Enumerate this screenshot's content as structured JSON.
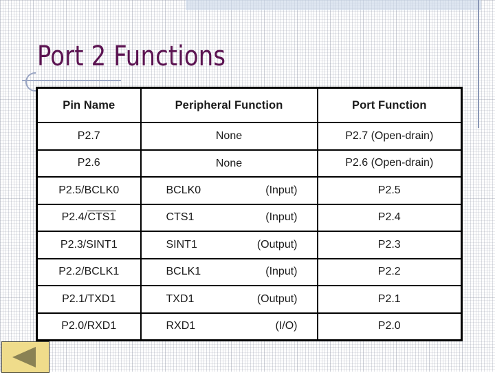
{
  "slide": {
    "title": "Port 2 Functions",
    "accent_color": "#5b1351",
    "band_color": "#c9d6e8",
    "rule_color": "#9aa6c4"
  },
  "table": {
    "headers": [
      "Pin Name",
      "Peripheral Function",
      "Port Function"
    ],
    "rows": [
      {
        "pin_name": "P2.7",
        "pin_overline": "",
        "peripheral_name": "None",
        "peripheral_dir": "",
        "port_function": "P2.7 (Open-drain)"
      },
      {
        "pin_name": "P2.6",
        "pin_overline": "",
        "peripheral_name": "None",
        "peripheral_dir": "",
        "port_function": "P2.6 (Open-drain)"
      },
      {
        "pin_name": "P2.5/BCLK0",
        "pin_overline": "",
        "peripheral_name": "BCLK0",
        "peripheral_dir": "(Input)",
        "port_function": "P2.5"
      },
      {
        "pin_name": "P2.4/",
        "pin_overline": "CTS1",
        "peripheral_name": "CTS1",
        "peripheral_dir": "(Input)",
        "port_function": "P2.4"
      },
      {
        "pin_name": "P2.3/SINT1",
        "pin_overline": "",
        "peripheral_name": "SINT1",
        "peripheral_dir": "(Output)",
        "port_function": "P2.3"
      },
      {
        "pin_name": "P2.2/BCLK1",
        "pin_overline": "",
        "peripheral_name": "BCLK1",
        "peripheral_dir": "(Input)",
        "port_function": "P2.2"
      },
      {
        "pin_name": "P2.1/TXD1",
        "pin_overline": "",
        "peripheral_name": "TXD1",
        "peripheral_dir": "(Output)",
        "port_function": "P2.1"
      },
      {
        "pin_name": "P2.0/RXD1",
        "pin_overline": "",
        "peripheral_name": "RXD1",
        "peripheral_dir": "(I/O)",
        "port_function": "P2.0"
      }
    ]
  },
  "nav": {
    "previous_icon": "triangle-left-icon",
    "button_color": "#efdc8b",
    "triangle_color": "#8a8254"
  }
}
